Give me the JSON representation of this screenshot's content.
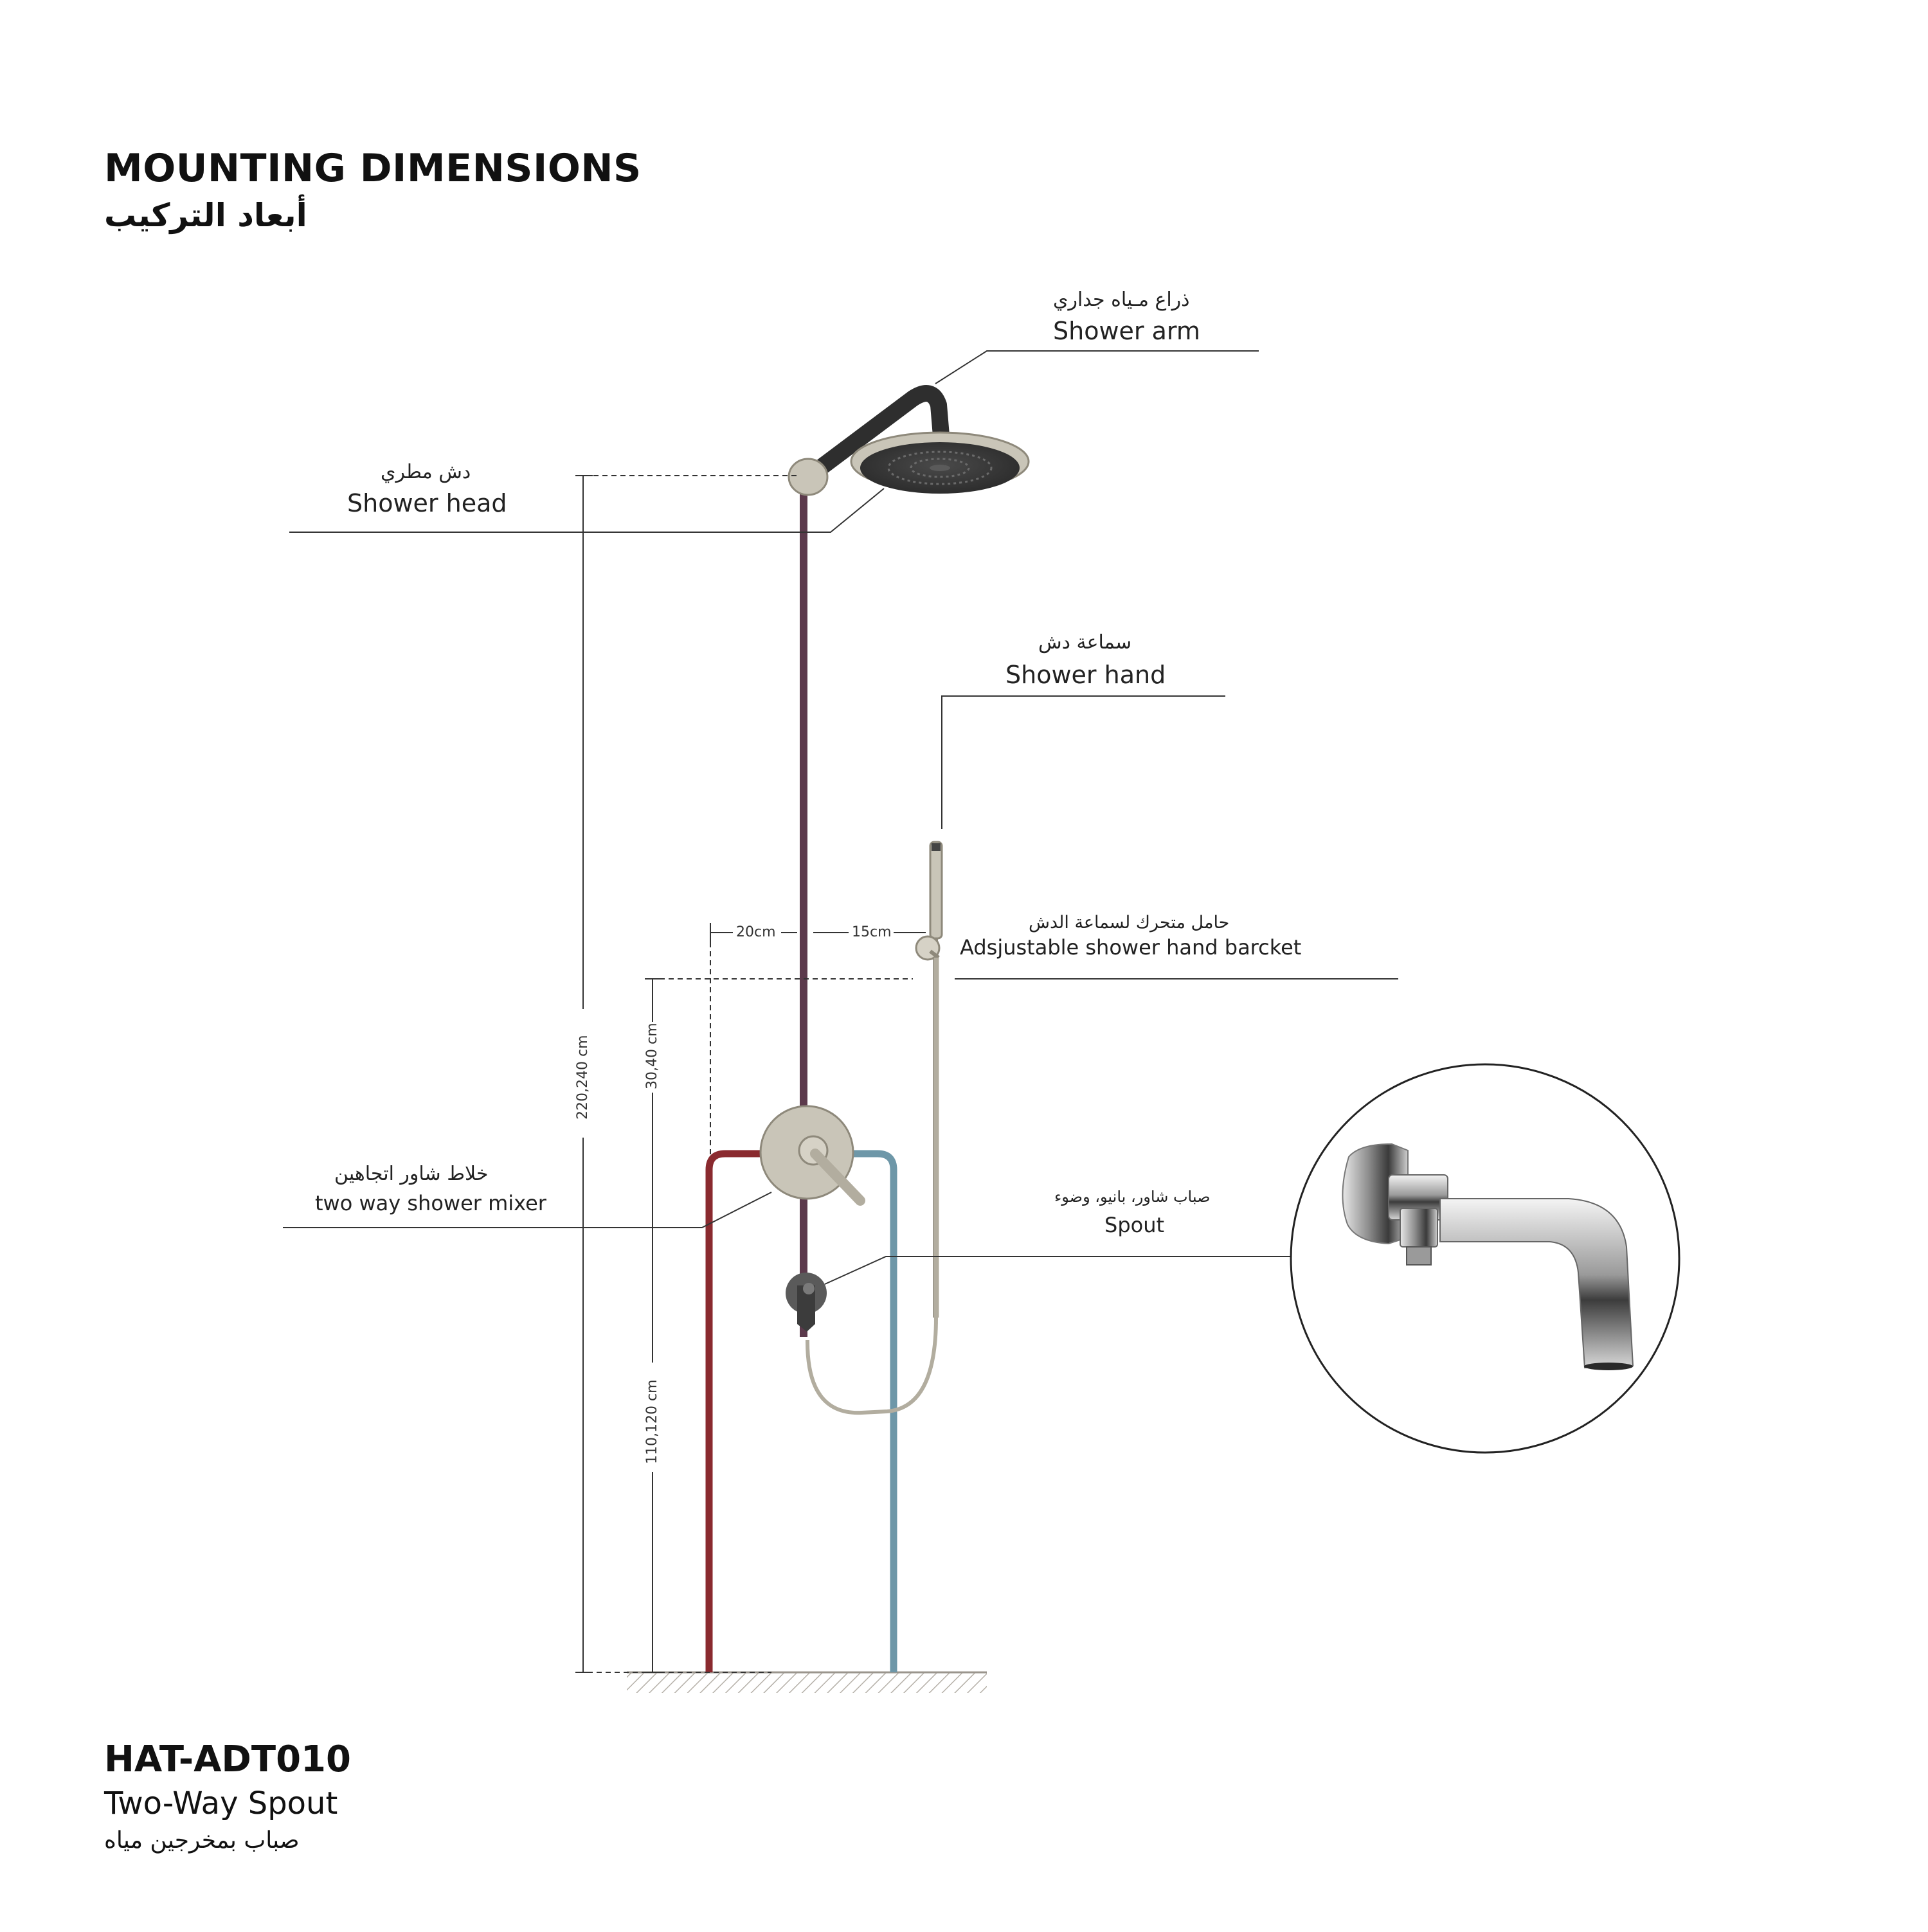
{
  "title": {
    "en": "MOUNTING DIMENSIONS",
    "ar": "أبعاد التركيب"
  },
  "product": {
    "code": "HAT-ADT010",
    "name_en": "Two-Way Spout",
    "name_ar": "صباب بمخرجين مياه"
  },
  "labels": {
    "shower_arm": {
      "ar": "ذراع مـياه جداري",
      "en": "Shower arm"
    },
    "shower_head": {
      "ar": "دش مطري",
      "en": "Shower head"
    },
    "shower_hand": {
      "ar": "سماعة دش",
      "en": "Shower hand"
    },
    "hand_bracket": {
      "ar": "حامل متحرك لسماعة الدش",
      "en": "Adsjustable shower hand barcket"
    },
    "mixer": {
      "ar": "خلاط شاور اتجاهين",
      "en": "two way shower mixer"
    },
    "spout": {
      "ar": "صباب شاور، بانيو، وضوء",
      "en": "Spout"
    }
  },
  "dimensions": {
    "gap_left": "20cm",
    "gap_right": "15cm",
    "total_height": "220,240 cm",
    "mixer_to_bracket": "30,40 cm",
    "floor_to_mixer": "110,120 cm"
  },
  "colors": {
    "hot_pipe": "#8a2a2f",
    "cold_pipe": "#6e97a8",
    "riser_pipe": "#5c3a4c",
    "fixture": "#b2ad9f",
    "leader_line": "#333333"
  }
}
